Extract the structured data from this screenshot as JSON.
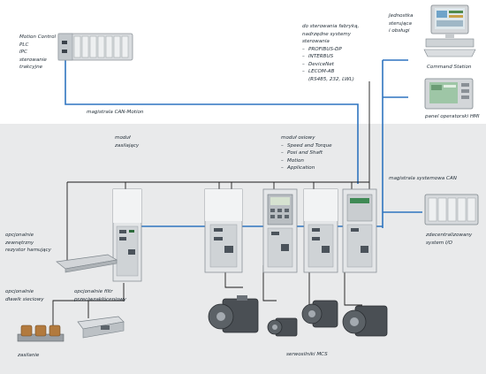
{
  "labels": {
    "motion_control": [
      "Motion Control",
      "PLC",
      "IPC",
      "sterowanie",
      "trakcyjne"
    ],
    "can_motion_bus": "magistrala CAN-Motion",
    "factory_control_heading": [
      "do sterowania fabryką,",
      "nadrzędne systemy",
      "sterowania"
    ],
    "factory_control_items": [
      "PROFIBUS-DP",
      "INTERBUS",
      "DeviceNet",
      "LECOM-AB",
      "(RS485, 232, LWL)"
    ],
    "control_unit": [
      "Jednostka",
      "sterująca",
      "i obsługi"
    ],
    "command_station": "Command Station",
    "hmi_panel": "panel operatorski HMI",
    "supply_module": [
      "moduł",
      "zasilający"
    ],
    "axis_module_heading": "moduł osiowy",
    "axis_module_items": [
      "Speed and Torque",
      "Posi and Shaft",
      "Motion",
      "Application"
    ],
    "system_can_bus": "magistrala systemowa CAN",
    "brake_resistor": [
      "opcjonalnie",
      "zewnętrzny",
      "rezystor hamujący"
    ],
    "distributed_io": [
      "zdecentralizowany",
      "system I/O"
    ],
    "mains_choke": [
      "opcjonalnie",
      "dławik sieciowy"
    ],
    "rfi_filter": [
      "opcjonalnie filtr",
      "przeciwzakłóceniowy"
    ],
    "power_supply": "zasilanie",
    "mcs_servomotors": "serwosilniki MCS"
  },
  "colors": {
    "bus_line": "#2f74c0",
    "signal_line": "#1b1b1b",
    "top_band": "#ffffff",
    "bottom_band": "#e9eaeb"
  }
}
